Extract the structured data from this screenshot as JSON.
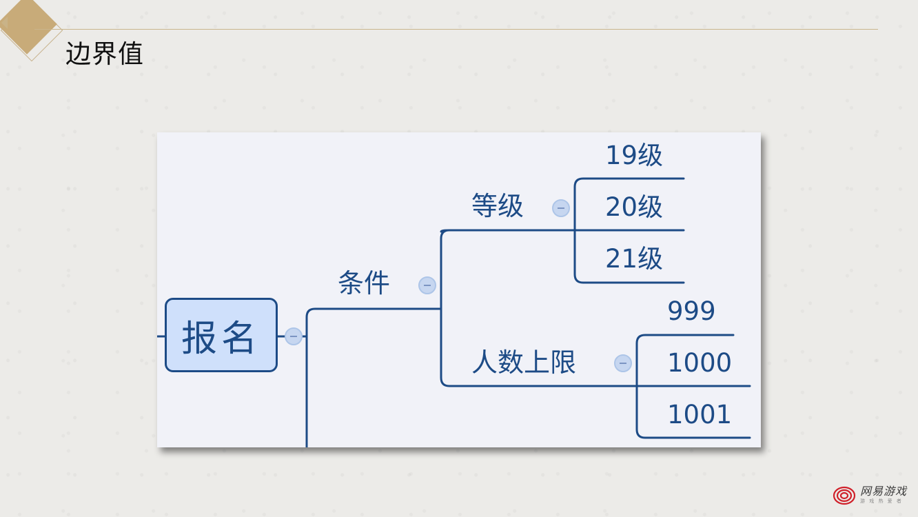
{
  "slide": {
    "title": "边界值"
  },
  "mindmap": {
    "root": "报名",
    "branch_condition": "条件",
    "level": {
      "label": "等级",
      "values": [
        "19级",
        "20级",
        "21级"
      ]
    },
    "headcount": {
      "label": "人数上限",
      "values": [
        "999",
        "1000",
        "1001"
      ]
    }
  },
  "logo": {
    "name": "网易游戏",
    "tagline": "游 戏 热 爱 者"
  },
  "colors": {
    "accent_gold": "#c8ab79",
    "node_blue": "#1d4b86",
    "node_fill": "#cfe0fb",
    "panel_bg": "#f1f2f8"
  }
}
